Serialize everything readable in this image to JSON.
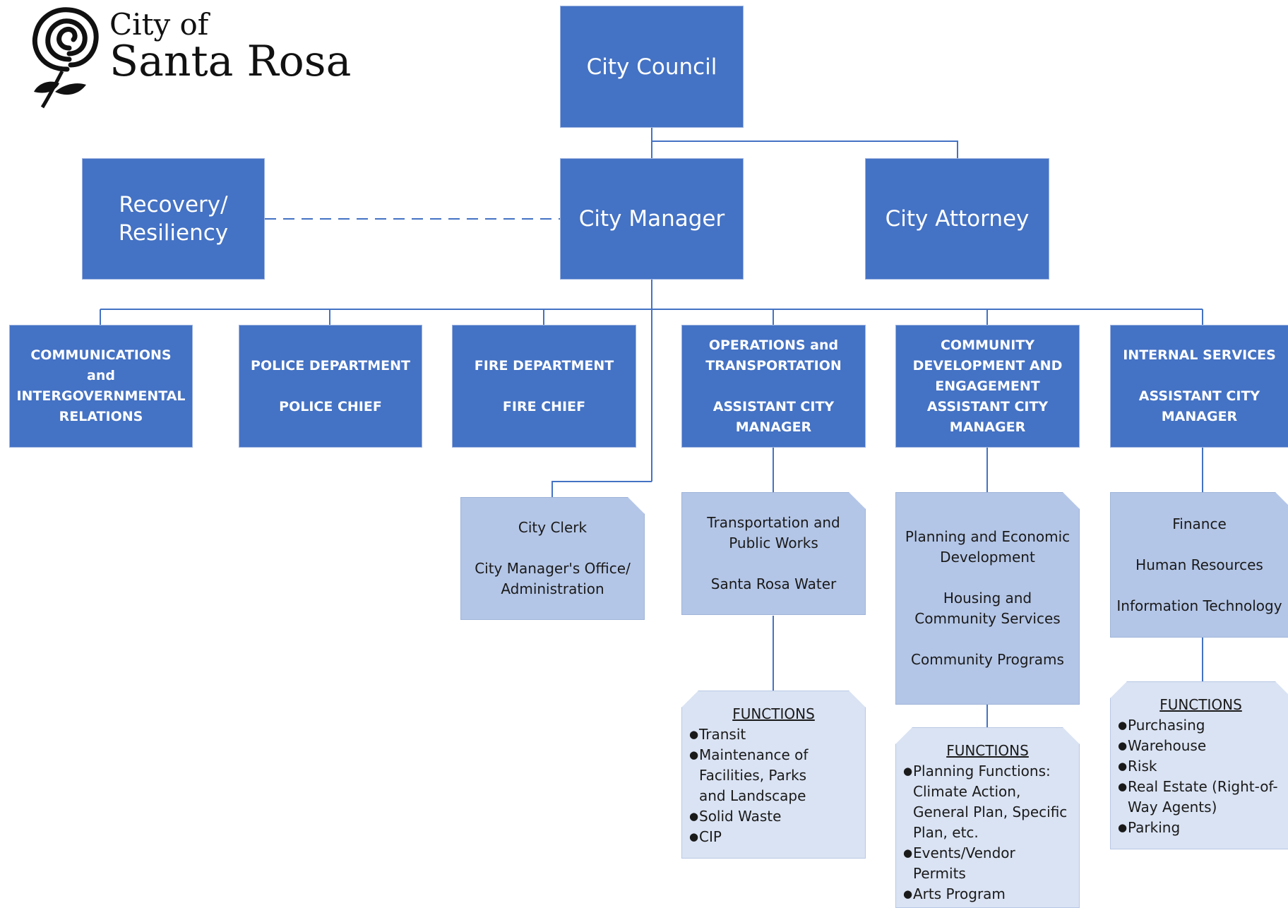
{
  "logo": {
    "line1": "City of",
    "line2": "Santa Rosa"
  },
  "top": {
    "council": "City Council",
    "manager": "City Manager",
    "attorney": "City Attorney",
    "recovery_line1": "Recovery/",
    "recovery_line2": "Resiliency"
  },
  "departments": {
    "communications": [
      "COMMUNICATIONS",
      "and",
      "INTERGOVERNMENTAL",
      "RELATIONS"
    ],
    "police_name": "POLICE DEPARTMENT",
    "police_head": "POLICE CHIEF",
    "fire_name": "FIRE DEPARTMENT",
    "fire_head": "FIRE CHIEF",
    "operations_name": [
      "OPERATIONS and",
      "TRANSPORTATION"
    ],
    "operations_head": [
      "ASSISTANT CITY",
      "MANAGER"
    ],
    "community": [
      "COMMUNITY",
      "DEVELOPMENT AND",
      "ENGAGEMENT",
      "ASSISTANT CITY",
      "MANAGER"
    ],
    "internal_name": "INTERNAL SERVICES",
    "internal_head": [
      "ASSISTANT CITY",
      "MANAGER"
    ]
  },
  "sub": {
    "clerk_line": "City Clerk",
    "cmo": [
      "City Manager's Office/",
      "Administration"
    ],
    "operations": {
      "tpw": [
        "Transportation and",
        "Public Works"
      ],
      "water": "Santa Rosa Water"
    },
    "community": {
      "planning": [
        "Planning and Economic",
        "Development"
      ],
      "housing": [
        "Housing and",
        "Community Services"
      ],
      "programs": "Community Programs"
    },
    "internal": {
      "finance": "Finance",
      "hr": "Human Resources",
      "it": "Information Technology"
    }
  },
  "functions": {
    "title": "FUNCTIONS",
    "operations": [
      [
        "Transit"
      ],
      [
        "Maintenance of",
        "Facilities, Parks",
        "and Landscape"
      ],
      [
        "Solid Waste"
      ],
      [
        "CIP"
      ]
    ],
    "community": [
      [
        "Planning Functions:",
        "Climate Action,",
        "General Plan, Specific",
        "Plan, etc."
      ],
      [
        "Events/Vendor",
        "Permits"
      ],
      [
        "Arts Program"
      ]
    ],
    "internal": [
      [
        "Purchasing"
      ],
      [
        "Warehouse"
      ],
      [
        "Risk"
      ],
      [
        "Real Estate (Right-of-",
        "Way Agents)"
      ],
      [
        "Parking"
      ]
    ]
  },
  "colors": {
    "dark_box": "#4472c4",
    "light_box": "#b4c6e7",
    "function_box": "#dae3f3",
    "connector": "#4472c4"
  }
}
